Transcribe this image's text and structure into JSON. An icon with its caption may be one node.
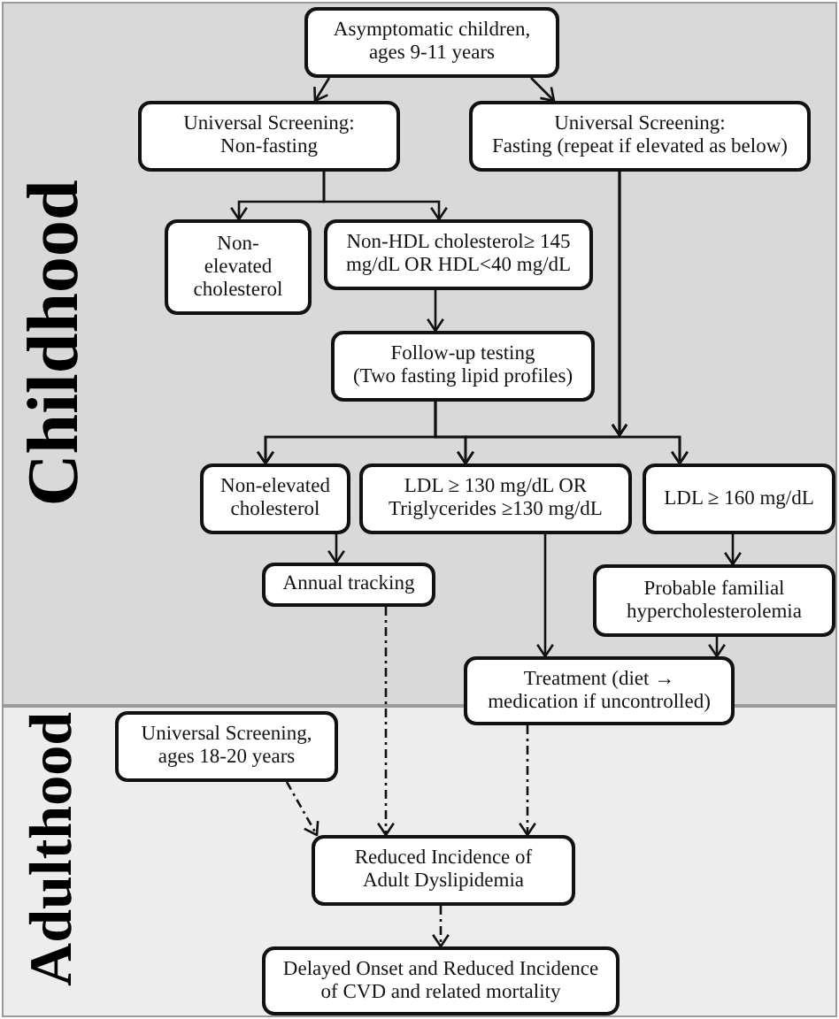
{
  "diagram": {
    "nodes": [
      {
        "text": [
          "Childhood"
        ]
      },
      {
        "text": [
          "Asymptomatic children, ages 9-11 years"
        ],
        "in": 0
      },
      {
        "text": [
          "Universal Screening:",
          "Non-fasting"
        ],
        "in": 0
      },
      {
        "text": [
          "Universal Screening:",
          "Fasting (repeat if elevated as below)"
        ],
        "in": 0
      },
      {
        "text": [
          "Non-elevated cholesterol"
        ],
        "in": 0
      },
      {
        "text": [
          "Non-HDL cholesterol≥ 145 mg/dL OR HDL<40 mg/dL"
        ],
        "in": 0
      },
      {
        "text": [
          "Follow-up testing",
          "(Two fasting lipid profiles)"
        ],
        "in": 0
      },
      {
        "text": [
          "Non-elevated cholesterol"
        ],
        "in": 0
      },
      {
        "text": [
          "LDL ≥ 130 mg/dL OR Triglycerides ≥130 mg/dL"
        ],
        "in": 0
      },
      {
        "text": [
          "LDL ≥ 160 mg/dL"
        ],
        "in": 0
      },
      {
        "text": [
          "Annual tracking"
        ],
        "in": 0
      },
      {
        "text": [
          "Probable familial hypercholesterolemia"
        ],
        "in": 0
      },
      {
        "text": [
          "Treatment (diet → medication if uncontrolled)"
        ]
      },
      {
        "text": [
          "Adulthood"
        ]
      },
      {
        "text": [
          "Universal Screening, ages 18-20 years"
        ],
        "in": 13
      },
      {
        "text": [
          "Reduced Incidence of Adult Dyslipidemia"
        ],
        "in": 13
      },
      {
        "text": [
          "Delayed Onset and Reduced Incidence of CVD and related mortality"
        ],
        "in": 13
      }
    ],
    "edges": [
      {
        "from": 1,
        "to": 2,
        "arrow": "to"
      },
      {
        "from": 1,
        "to": 3,
        "arrow": "to"
      },
      {
        "from": 2,
        "to": 4,
        "arrow": "to"
      },
      {
        "from": 2,
        "to": 5,
        "arrow": "to"
      },
      {
        "from": 5,
        "to": 6,
        "arrow": "to"
      },
      {
        "from": 6,
        "to": 7,
        "arrow": "to"
      },
      {
        "from": 6,
        "to": 8,
        "arrow": "to"
      },
      {
        "from": 6,
        "to": 9,
        "arrow": "to"
      },
      {
        "from": 3,
        "to": 7,
        "arrow": "to"
      },
      {
        "from": 3,
        "to": 8,
        "arrow": "to"
      },
      {
        "from": 3,
        "to": 9,
        "arrow": "to"
      },
      {
        "from": 7,
        "to": 10,
        "arrow": "to"
      },
      {
        "from": 9,
        "to": 11,
        "arrow": "to"
      },
      {
        "from": 8,
        "to": 12,
        "arrow": "to"
      },
      {
        "from": 11,
        "to": 12,
        "arrow": "to"
      },
      {
        "from": 10,
        "to": 15,
        "arrow": "to",
        "style": "dashed"
      },
      {
        "from": 12,
        "to": 15,
        "arrow": "to",
        "style": "dashed"
      },
      {
        "from": 14,
        "to": 15,
        "arrow": "to",
        "style": "dashed"
      },
      {
        "from": 15,
        "to": 16,
        "arrow": "to",
        "style": "dashed"
      }
    ]
  }
}
